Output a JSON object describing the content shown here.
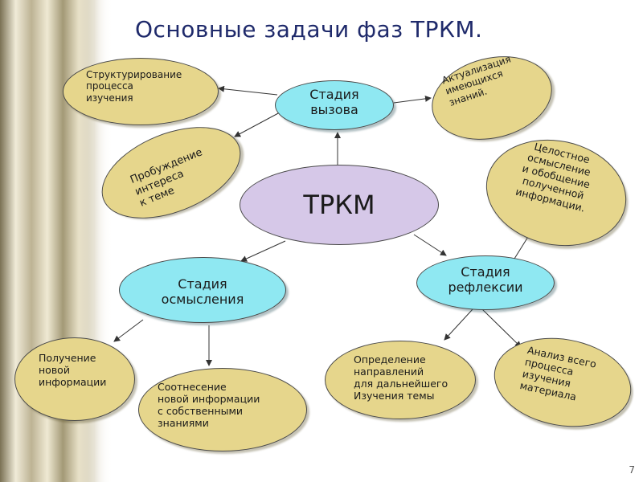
{
  "title": "Основные задачи фаз ТРКМ.",
  "page_number": "7",
  "nodes": {
    "trkm": "ТРКМ",
    "vyzov": "Стадия\nвызова",
    "osmyslenie": "Стадия\nосмысления",
    "refleksia": "Стадия\nрефлексии",
    "strukturirovanie": "Структурирование\nпроцесса\nизучения",
    "aktualizacia": "Актуализация\nимеющихся\nзнаний.",
    "probuzhdenie": "Пробуждение\nинтереса\nк теме",
    "celostnoe": "Целостное\nосмысление\nи обобщение\nполученной\nинформации.",
    "poluchenie": "Получение\nновой\nинформации",
    "sootnesenie": "Соотнесение\nновой информации\nс собственными\nзнаниями",
    "opredelenie": "Определение\nнаправлений\nдля дальнейшего\nИзучения темы",
    "analiz": "Анализ всего\nпроцесса\nизучения\nматериала"
  },
  "colors": {
    "title": "#1f2a6b",
    "tan": "#e6d68c",
    "cyan": "#8fe8f2",
    "lavender": "#d6c8e8"
  }
}
